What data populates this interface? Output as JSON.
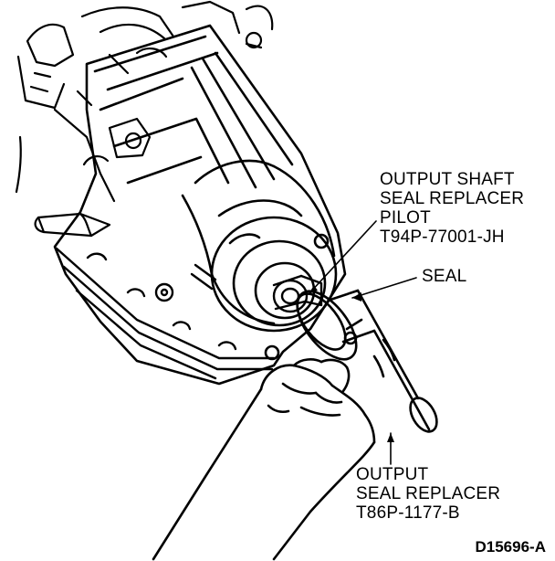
{
  "figure": {
    "id": "D15696-A",
    "line_color": "#000000",
    "background": "#ffffff"
  },
  "callouts": {
    "pilot": {
      "lines": [
        "OUTPUT SHAFT",
        "SEAL REPLACER",
        "PILOT",
        "T94P-77001-JH"
      ]
    },
    "seal": {
      "lines": [
        "SEAL"
      ]
    },
    "replacer": {
      "lines": [
        "OUTPUT",
        "SEAL REPLACER",
        "T86P-1177-B"
      ]
    }
  }
}
